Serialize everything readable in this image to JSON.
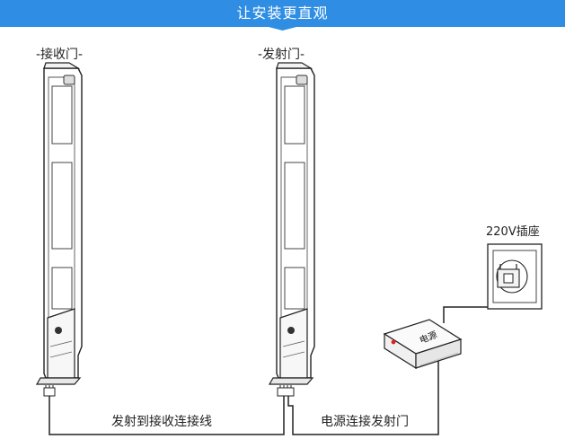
{
  "banner": {
    "title": "让安装更直观",
    "color": "#2f8ee3"
  },
  "gates": {
    "receiver_label": "-接收门-",
    "transmitter_label": "-发射门-"
  },
  "outlet": {
    "label": "220V插座"
  },
  "power_box": {
    "label": "电源"
  },
  "cables": {
    "tx_to_rx_label": "发射到接收连接线",
    "power_to_tx_label": "电源连接发射门"
  }
}
